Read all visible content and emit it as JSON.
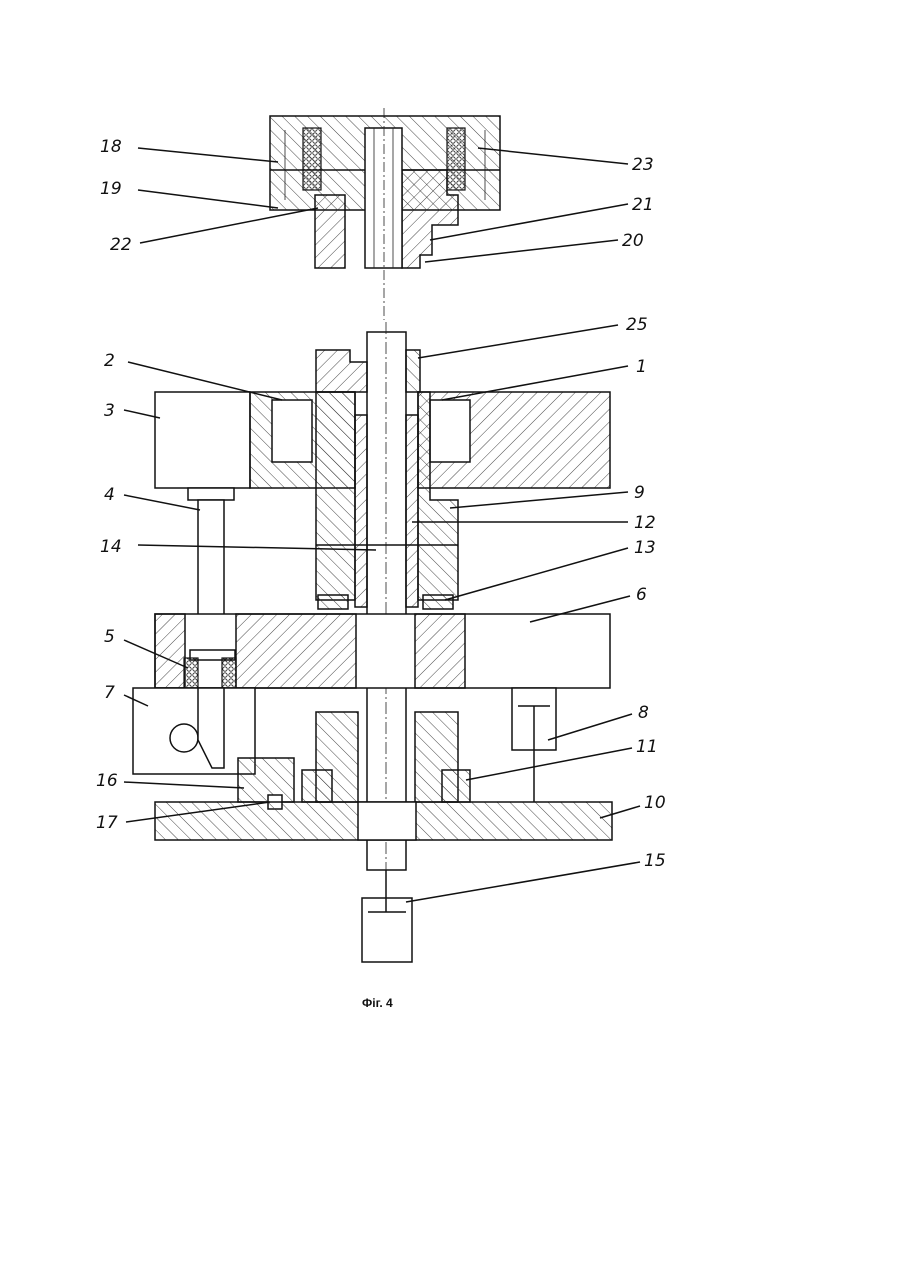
{
  "figure": {
    "caption": "Фіг. 4",
    "labels": [
      {
        "id": "18",
        "text": "18"
      },
      {
        "id": "19",
        "text": "19"
      },
      {
        "id": "22",
        "text": "22"
      },
      {
        "id": "23",
        "text": "23"
      },
      {
        "id": "21",
        "text": "21"
      },
      {
        "id": "20",
        "text": "20"
      },
      {
        "id": "25",
        "text": "25"
      },
      {
        "id": "2",
        "text": "2"
      },
      {
        "id": "1",
        "text": "1"
      },
      {
        "id": "3",
        "text": "3"
      },
      {
        "id": "4",
        "text": "4"
      },
      {
        "id": "9",
        "text": "9"
      },
      {
        "id": "12",
        "text": "12"
      },
      {
        "id": "14",
        "text": "14"
      },
      {
        "id": "13",
        "text": "13"
      },
      {
        "id": "6",
        "text": "6"
      },
      {
        "id": "5",
        "text": "5"
      },
      {
        "id": "7",
        "text": "7"
      },
      {
        "id": "8",
        "text": "8"
      },
      {
        "id": "11",
        "text": "11"
      },
      {
        "id": "16",
        "text": "16"
      },
      {
        "id": "10",
        "text": "10"
      },
      {
        "id": "17",
        "text": "17"
      },
      {
        "id": "15",
        "text": "15"
      }
    ]
  }
}
